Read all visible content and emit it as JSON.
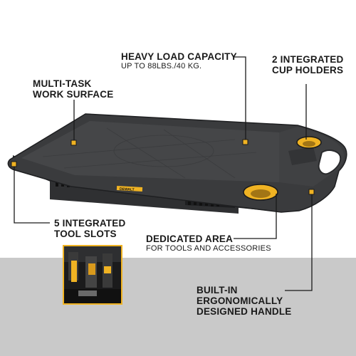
{
  "colors": {
    "accent": "#f0b323",
    "tray": "#3c3d3f",
    "tray_dark": "#2a2b2d",
    "lower_bg": "#c9c9c9"
  },
  "brand": {
    "side_label": "DEWALT"
  },
  "features": {
    "heavy_load": {
      "title": "HEAVY LOAD CAPACITY",
      "subtitle": "UP TO 88LBS./40 KG."
    },
    "cup_holders": {
      "line1": "2 INTEGRATED",
      "line2": "CUP HOLDERS"
    },
    "multi_task": {
      "line1": "MULTI-TASK",
      "line2": "WORK SURFACE"
    },
    "tool_slots": {
      "line1": "5 INTEGRATED",
      "line2": "TOOL SLOTS"
    },
    "dedicated_area": {
      "title": "DEDICATED AREA",
      "subtitle": "FOR TOOLS AND ACCESSORIES"
    },
    "handle": {
      "line1": "BUILT-IN",
      "line2": "ERGONOMICALLY",
      "line3": "DESIGNED HANDLE"
    }
  }
}
